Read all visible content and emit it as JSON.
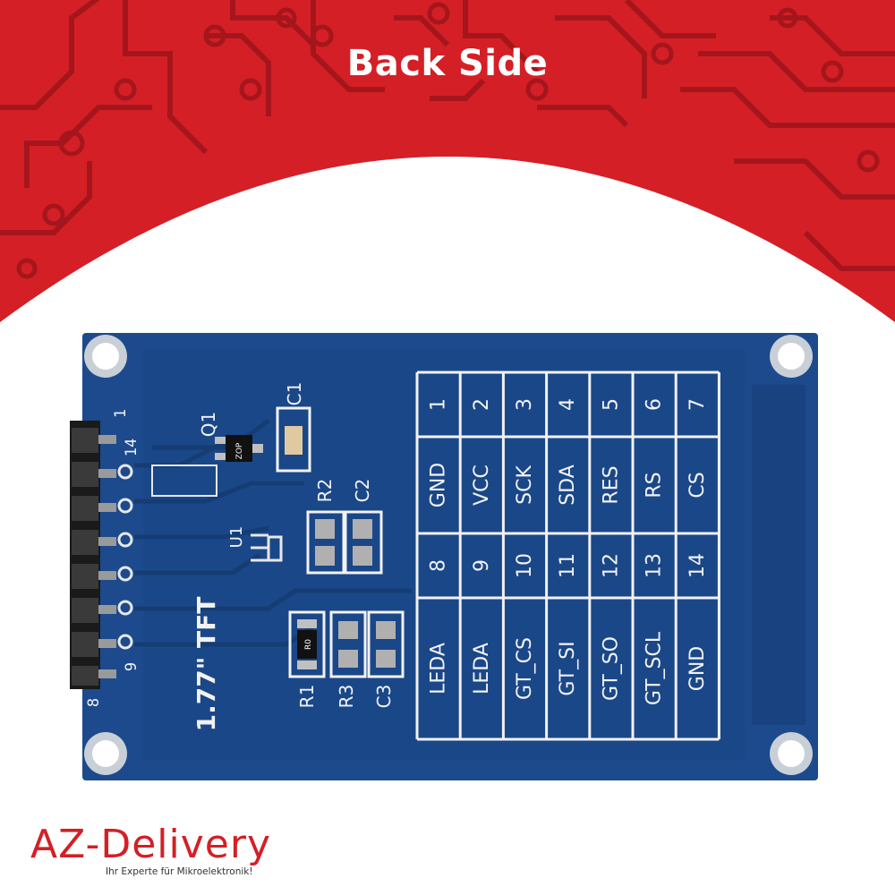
{
  "title": "Back Side",
  "colors": {
    "header_red": "#d41f26",
    "trace_red": "#a5161c",
    "pcb_blue": "#1c4a8c",
    "pcb_blue_dark": "#173f7a",
    "silk_white": "#f2f2f2",
    "brand_red": "#d41f26"
  },
  "pcb": {
    "display_label": "1.77\" TFT",
    "header_pin_labels": {
      "top": "1",
      "top_inner": "14",
      "bottom_inner": "9",
      "bottom": "8"
    },
    "component_labels": {
      "c1": "C1",
      "q1": "Q1",
      "q1_marking": "ZOP",
      "r2": "R2",
      "c2": "C2",
      "u1": "U1",
      "r1": "R1",
      "r3": "R3",
      "c3": "C3",
      "r1_marking": "R0"
    },
    "pin_table": {
      "row_numbers_top": [
        "1",
        "2",
        "3",
        "4",
        "5",
        "6",
        "7"
      ],
      "row_names_top": [
        "GND",
        "VCC",
        "SCK",
        "SDA",
        "RES",
        "RS",
        "CS"
      ],
      "row_numbers_bottom": [
        "8",
        "9",
        "10",
        "11",
        "12",
        "13",
        "14"
      ],
      "row_names_bottom": [
        "LEDA",
        "LEDA",
        "GT_CS",
        "GT_SI",
        "GT_SO",
        "GT_SCL",
        "GND"
      ]
    }
  },
  "brand": {
    "logo_text": "AZ-Delivery",
    "tagline": "Ihr Experte für Mikroelektronik!"
  }
}
